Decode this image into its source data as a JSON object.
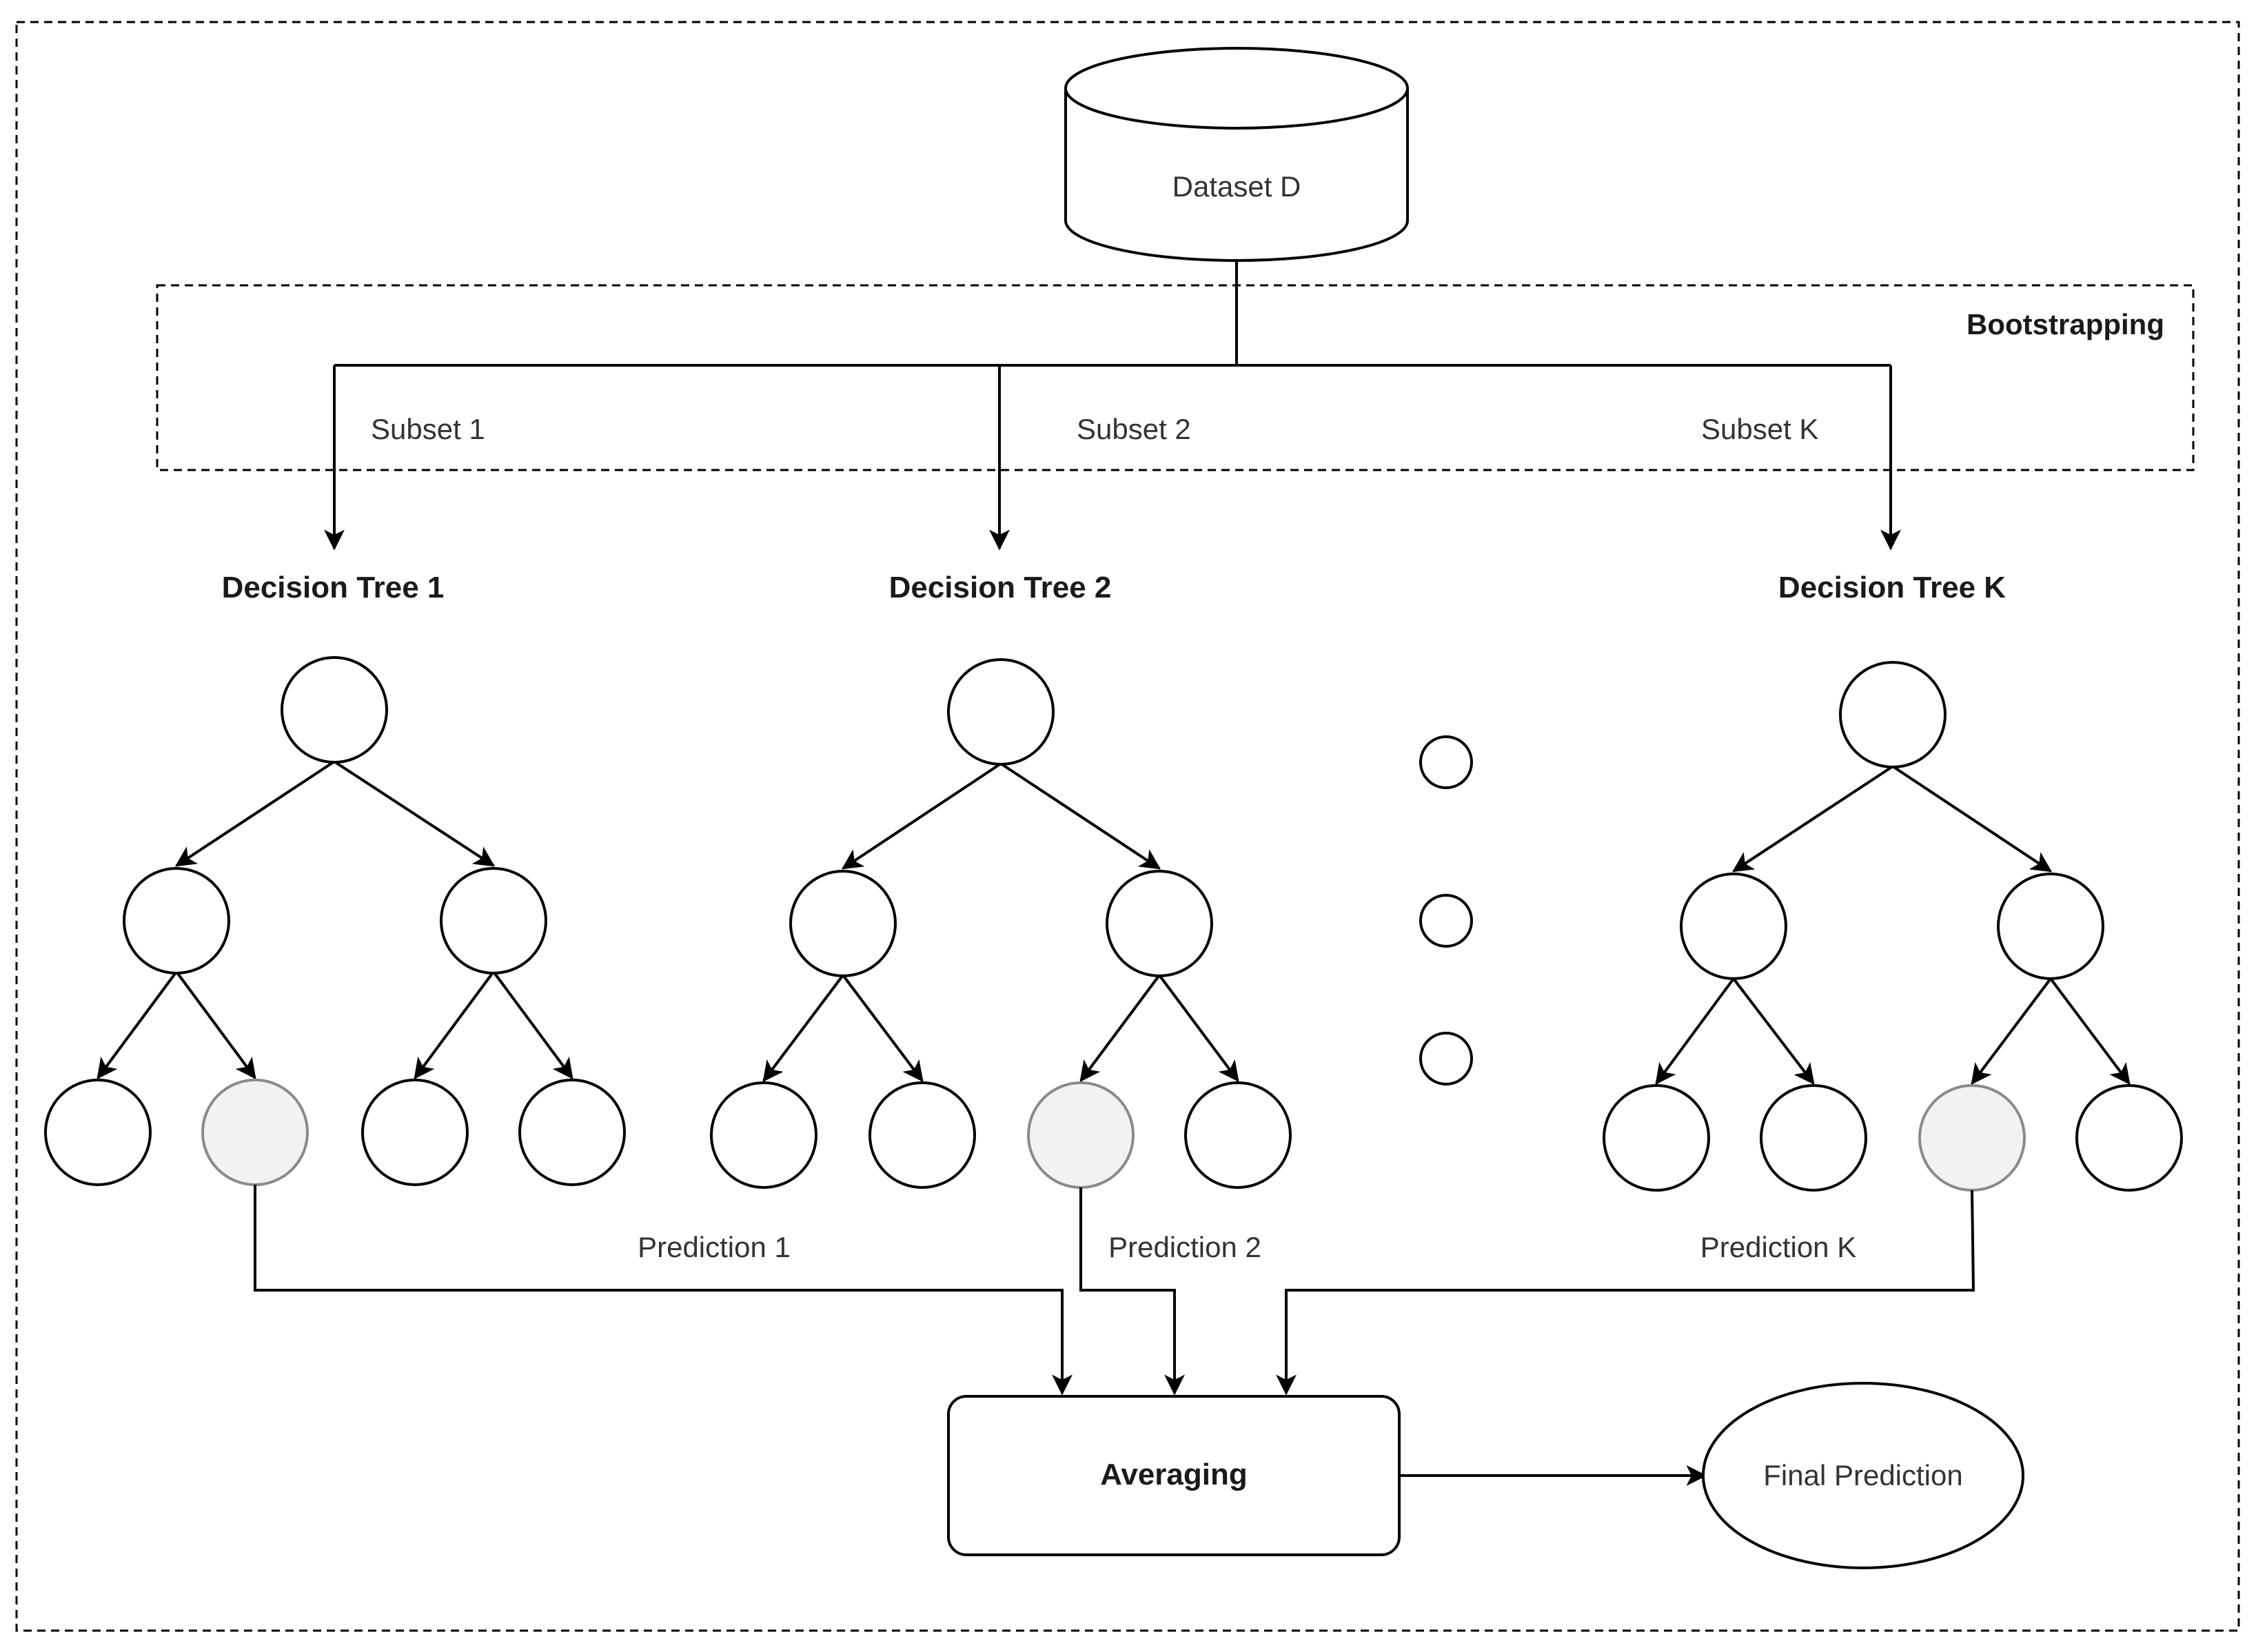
{
  "dataset": {
    "label": "Dataset D"
  },
  "bootstrapping": {
    "label": "Bootstrapping",
    "subsets": [
      "Subset 1",
      "Subset 2",
      "Subset K"
    ]
  },
  "trees": [
    {
      "title": "Decision Tree 1",
      "prediction": "Prediction 1"
    },
    {
      "title": "Decision Tree 2",
      "prediction": "Prediction 2"
    },
    {
      "title": "Decision Tree K",
      "prediction": "Prediction K"
    }
  ],
  "aggregator": {
    "label": "Averaging"
  },
  "output": {
    "label": "Final Prediction"
  },
  "colors": {
    "stroke": "#000000",
    "selected_leaf_fill": "#f2f2f2",
    "selected_leaf_stroke": "#8a8a8a",
    "text": "#333333"
  }
}
